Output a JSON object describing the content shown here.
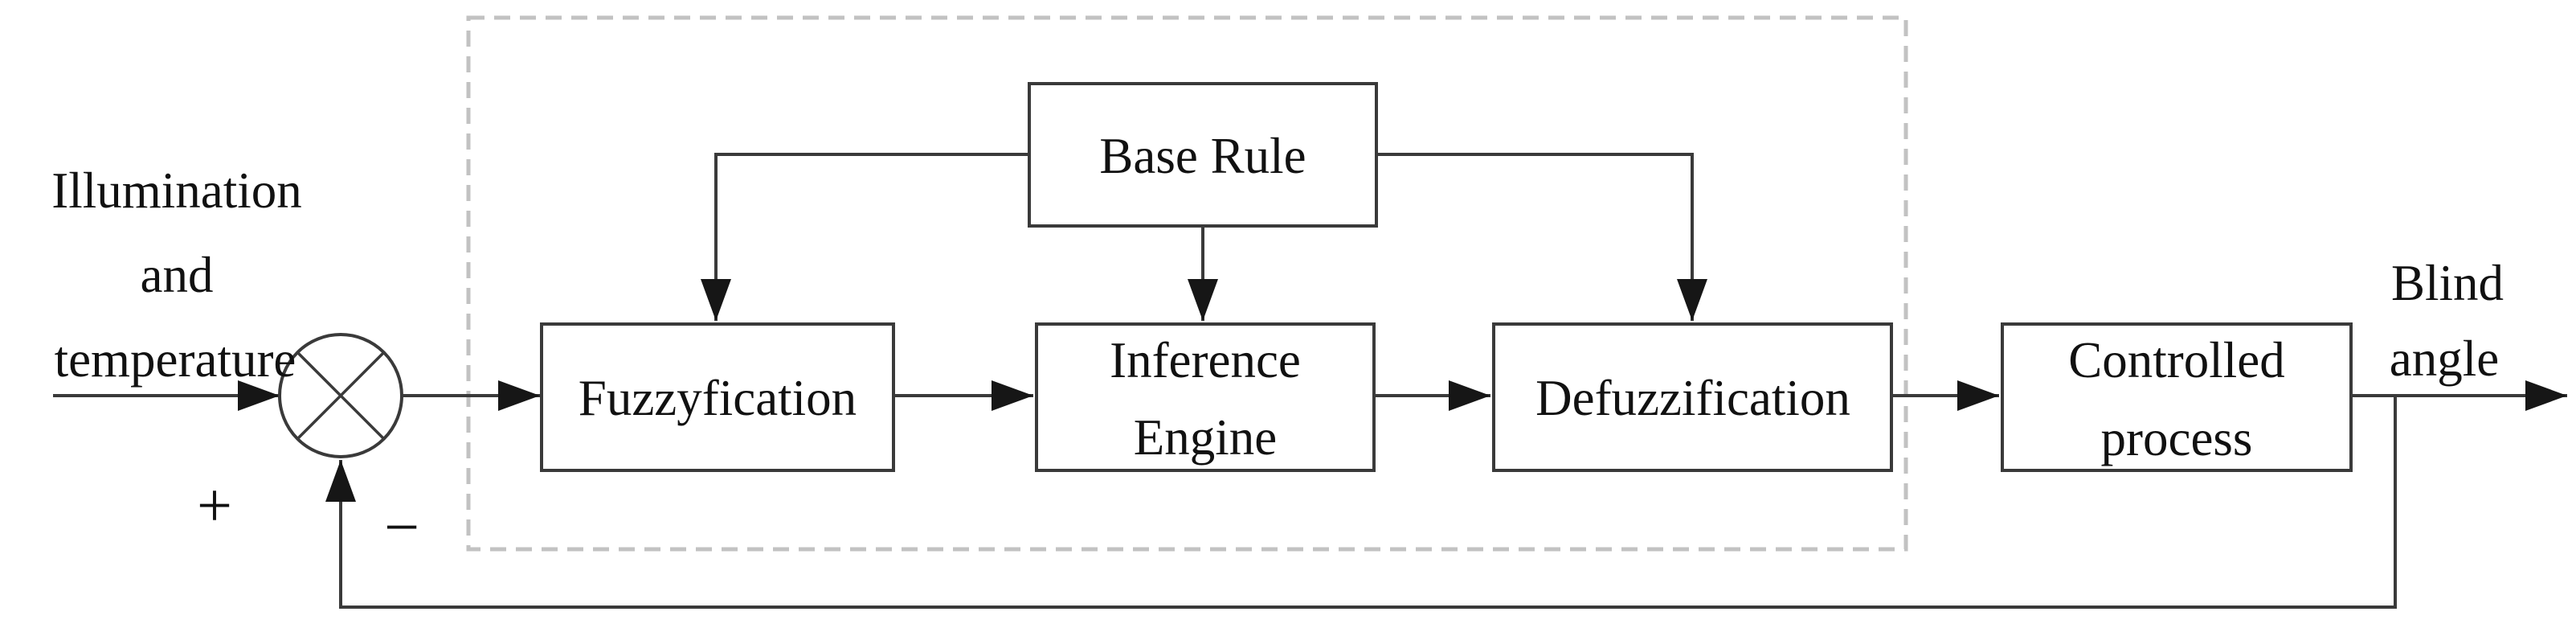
{
  "diagram": {
    "kind": "fuzzy-logic-control-block-diagram",
    "labels": {
      "input_line1": "Illumination",
      "input_line2": "and",
      "input_line3": "temperature",
      "base_rule": "Base Rule",
      "fuzzyfication": "Fuzzyfication",
      "inference_line1": "Inference",
      "inference_line2": "Engine",
      "defuzzification": "Defuzzification",
      "controlled_line1": "Controlled",
      "controlled_line2": "process",
      "output_line1": "Blind",
      "output_line2": "angle",
      "plus_sign": "+",
      "minus_sign": "−"
    },
    "structure": {
      "nodes": [
        "Summing junction",
        "Base Rule",
        "Fuzzyfication",
        "Inference Engine",
        "Defuzzification",
        "Controlled process"
      ],
      "edges": [
        {
          "from": "Illumination and temperature (input)",
          "to": "Summing junction",
          "sign": "+"
        },
        {
          "from": "Summing junction",
          "to": "Fuzzyfication"
        },
        {
          "from": "Fuzzyfication",
          "to": "Inference Engine"
        },
        {
          "from": "Inference Engine",
          "to": "Defuzzification"
        },
        {
          "from": "Defuzzification",
          "to": "Controlled process"
        },
        {
          "from": "Controlled process",
          "to": "Blind angle (output)"
        },
        {
          "from": "Base Rule",
          "to": "Fuzzyfication"
        },
        {
          "from": "Base Rule",
          "to": "Inference Engine"
        },
        {
          "from": "Base Rule",
          "to": "Defuzzification"
        },
        {
          "from": "Controlled process output",
          "to": "Summing junction",
          "sign": "−"
        }
      ],
      "dashed_region_contains": [
        "Base Rule",
        "Fuzzyfication",
        "Inference Engine",
        "Defuzzification"
      ]
    },
    "colors": {
      "background": "#ffffff",
      "line": "#3a3a3a",
      "arrowhead": "#161616",
      "dashed_border": "#c2c2c2",
      "text": "#111111"
    }
  }
}
